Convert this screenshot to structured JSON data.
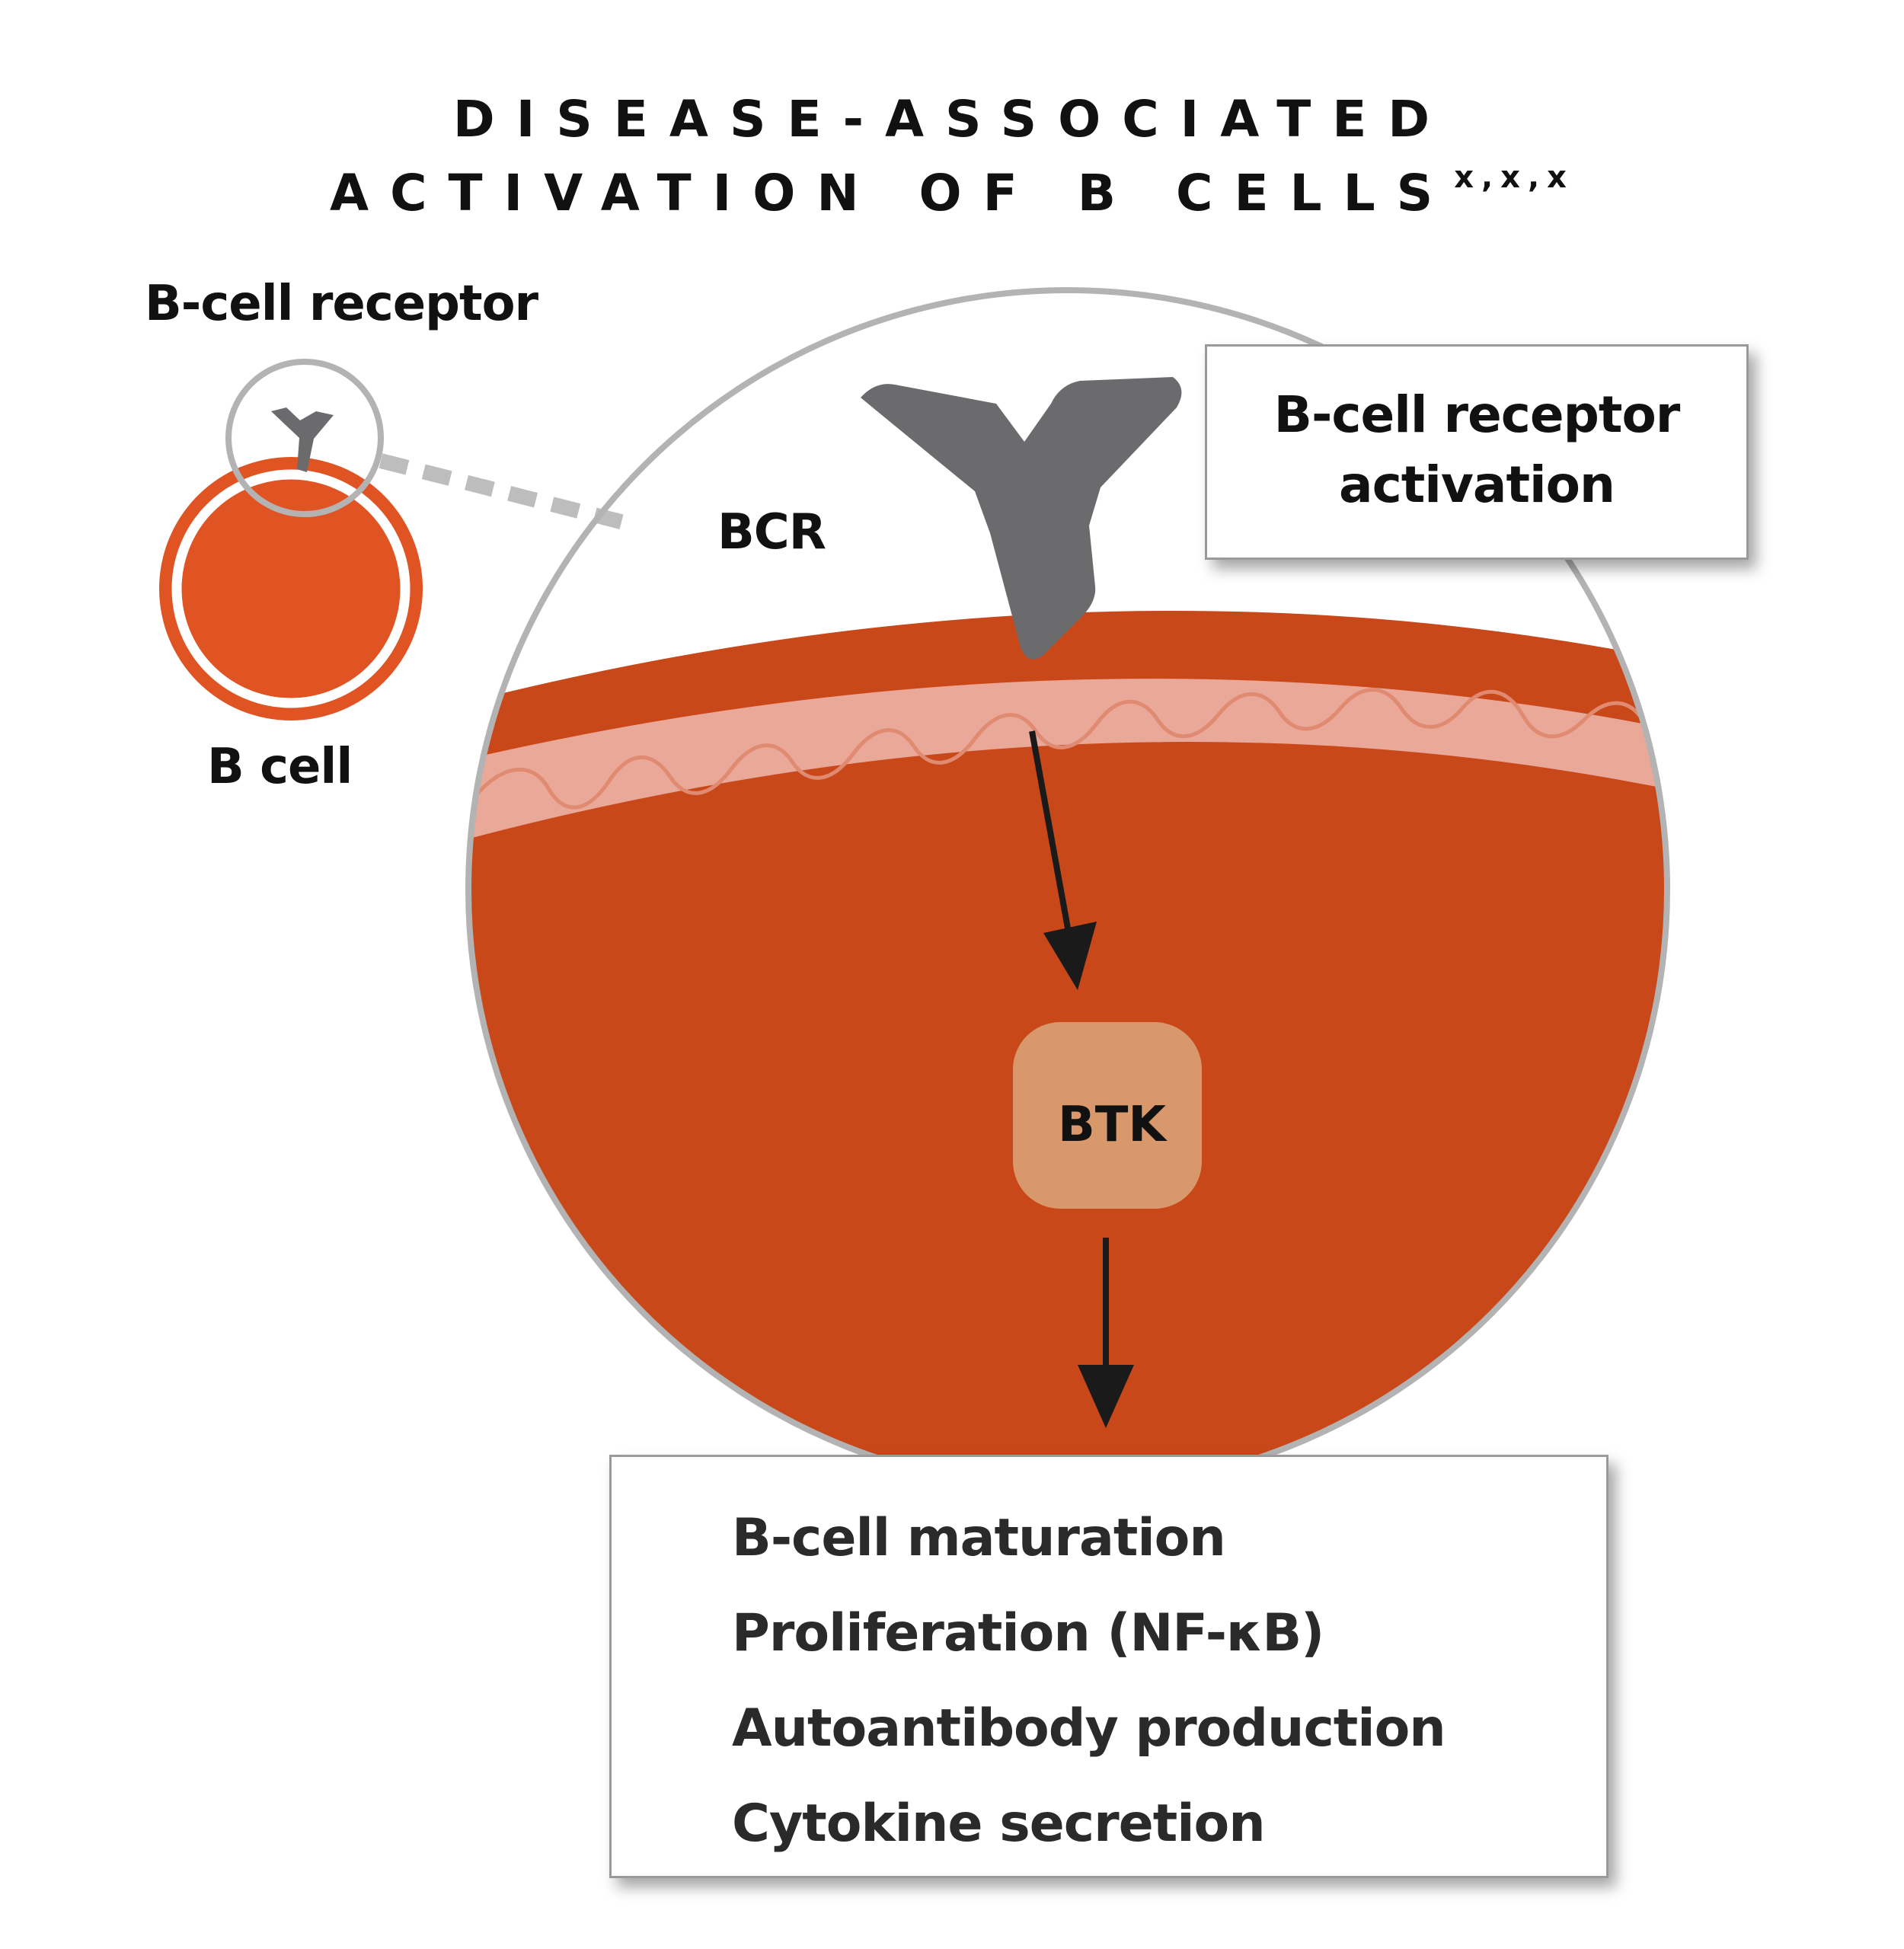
{
  "title": {
    "line1": "DISEASE-ASSOCIATED",
    "line2": "ACTIVATION OF B CELLS",
    "superscript": "x,x,x"
  },
  "labels": {
    "bcr_small": "B-cell receptor",
    "b_cell": "B cell",
    "bcr": "BCR",
    "btk": "BTK"
  },
  "activation_box": {
    "line1": "B-cell receptor",
    "line2": "activation"
  },
  "outcomes": [
    "B-cell maturation",
    "Proliferation (NF-κB)",
    "Autoantibody production",
    "Cytokine secretion"
  ],
  "colors": {
    "cell_orange": "#e05424",
    "cell_dark": "#c8481a",
    "membrane": "#eaa898",
    "membrane_wave": "#e08a72",
    "receptor_gray": "#6b6a6d",
    "btk_fill": "#d9986b",
    "outline_gray": "#b3b3b3"
  }
}
